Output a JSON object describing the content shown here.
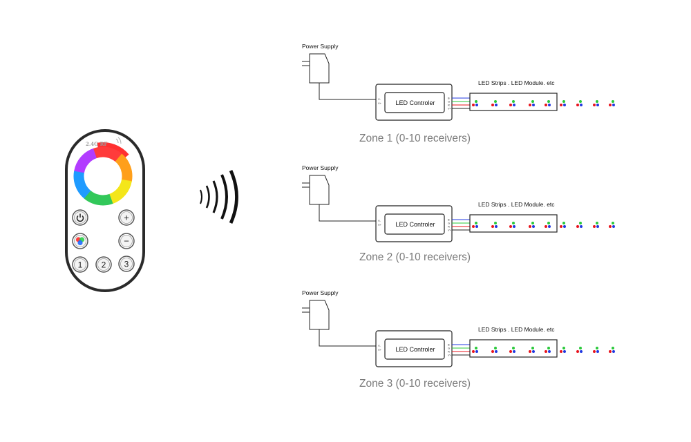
{
  "remote": {
    "brand": "2.4G RF",
    "buttons": {
      "plus": "+",
      "minus": "−",
      "zone1": "1",
      "zone2": "2",
      "zone3": "3"
    }
  },
  "zones": [
    {
      "power_supply": "Power Supply",
      "controller": "LED Controler",
      "strips": "LED Strips . LED Module. etc",
      "caption": "Zone 1 (0-10 receivers)"
    },
    {
      "power_supply": "Power Supply",
      "controller": "LED Controler",
      "strips": "LED Strips . LED Module. etc",
      "caption": "Zone 2 (0-10 receivers)"
    },
    {
      "power_supply": "Power Supply",
      "controller": "LED Controler",
      "strips": "LED Strips . LED Module. etc",
      "caption": "Zone 3 (0-10 receivers)"
    }
  ],
  "pins": {
    "in_top": "V-",
    "in_bottom": "V+",
    "out": [
      "B",
      "G",
      "R",
      "V+"
    ]
  },
  "colors": {
    "red": "#e8141c",
    "green": "#2ac93a",
    "blue": "#2038e0",
    "caption": "#7a7a7a"
  }
}
